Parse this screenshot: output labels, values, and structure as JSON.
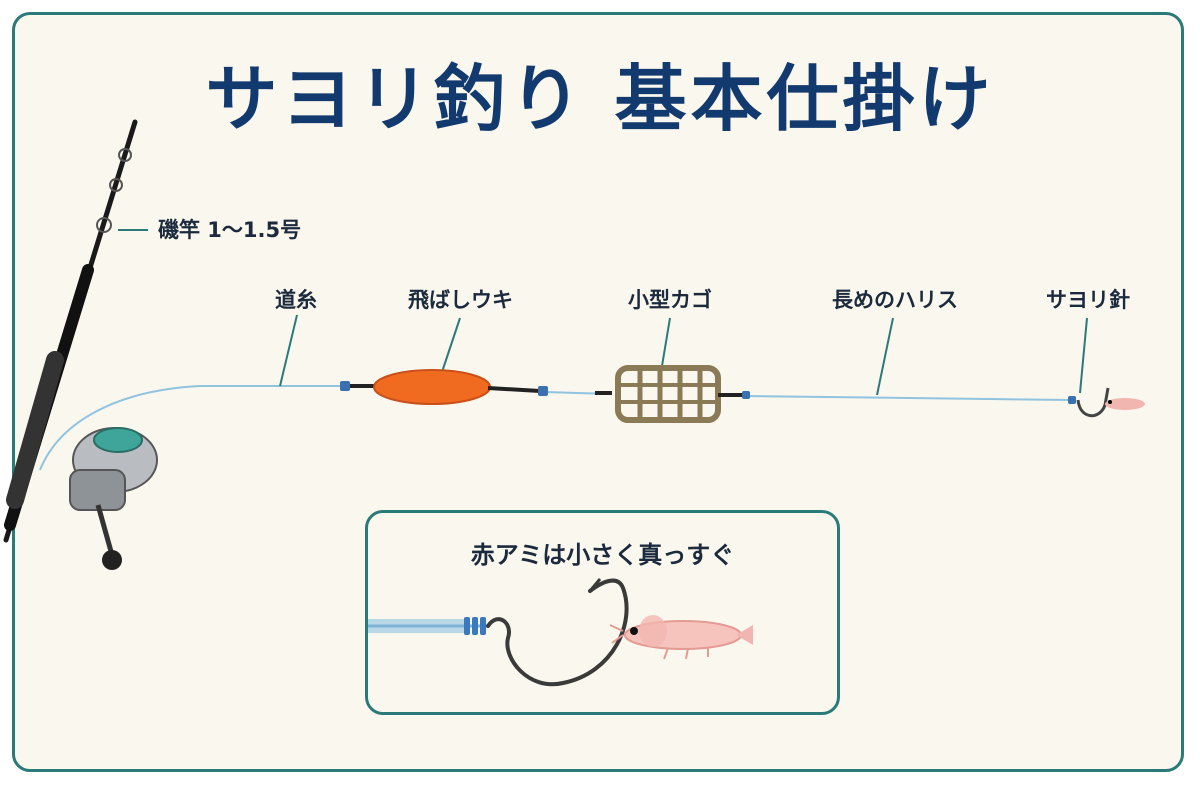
{
  "title": "サヨリ釣り 基本仕掛け",
  "labels": {
    "rod": "磯竿 1〜1.5号",
    "main_line": "道糸",
    "float": "飛ばしウキ",
    "feeder": "小型カゴ",
    "leader": "長めのハリス",
    "hook": "サヨリ針"
  },
  "inset": {
    "title": "赤アミは小さく真っすぐ"
  },
  "colors": {
    "title": "#123a6e",
    "frame": "#2b7a7a",
    "float": "#f06a1f",
    "line": "#8fc3df"
  }
}
